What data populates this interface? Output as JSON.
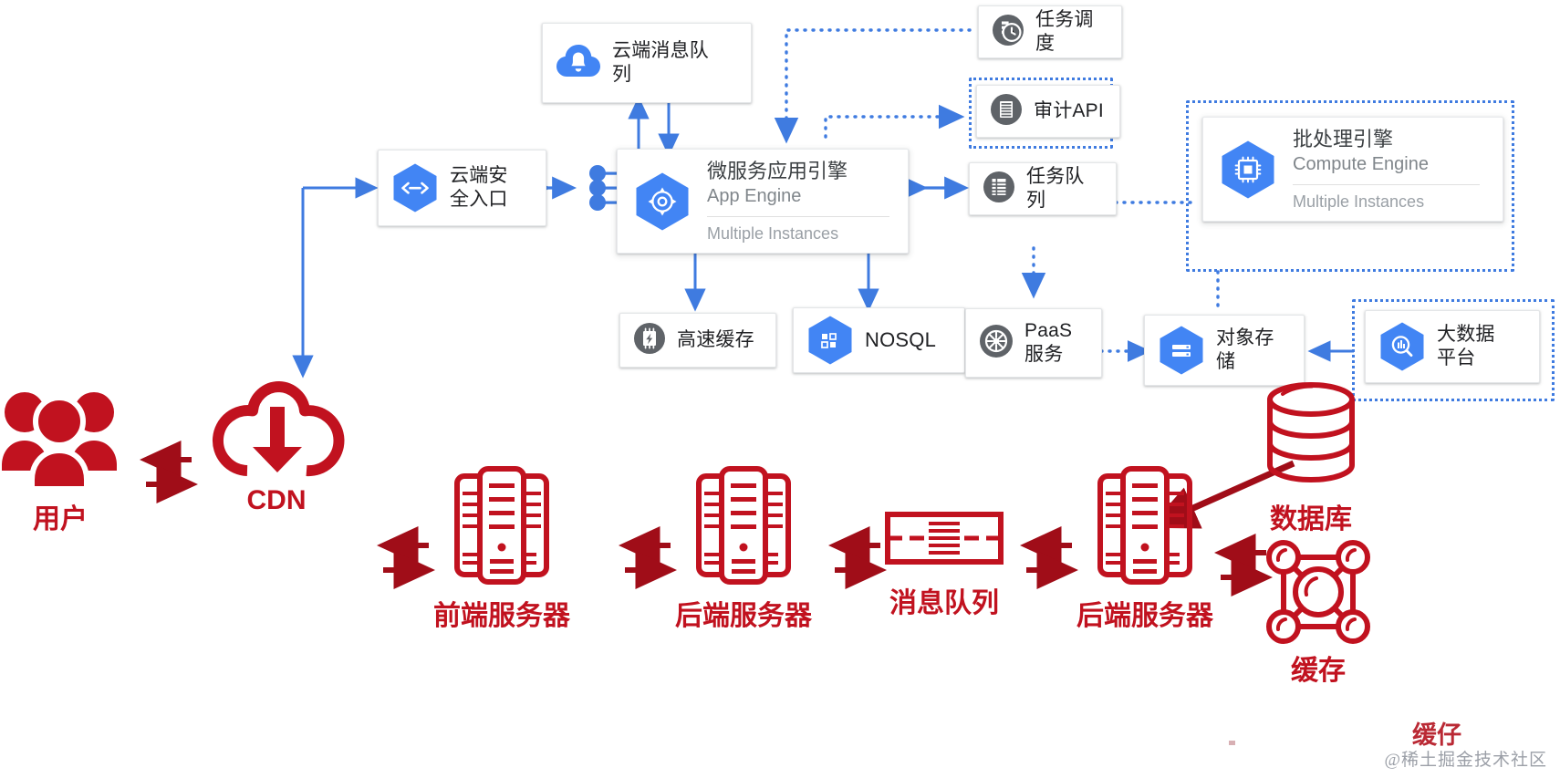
{
  "meta": {
    "accent_blue": "#4285f4",
    "line_blue": "#3f7be0",
    "grey_icon": "#5f6368",
    "red": "#c1121f",
    "dark_red": "#a00d18"
  },
  "cloud_layer": {
    "nodes": [
      {
        "id": "cloud-msg-queue",
        "label": "云端消息队\n列",
        "icon": "cloud-bell-icon",
        "icon_color": "#4285f4"
      },
      {
        "id": "task-scheduler",
        "label": "任务调度",
        "icon": "clock-schedule-icon",
        "icon_color": "#5f6368"
      },
      {
        "id": "audit-api",
        "label": "审计API",
        "icon": "document-list-icon",
        "icon_color": "#5f6368"
      },
      {
        "id": "cloud-secure-gate",
        "label": "云端安\n全入口",
        "icon": "code-brackets-icon",
        "icon_color": "#4285f4"
      },
      {
        "id": "task-queue",
        "label": "任务队列",
        "icon": "table-rows-icon",
        "icon_color": "#5f6368"
      },
      {
        "id": "fast-cache",
        "label": "高速缓存",
        "icon": "memory-bolt-icon",
        "icon_color": "#5f6368"
      },
      {
        "id": "nosql",
        "label": "NOSQL",
        "icon": "grid-squares-icon",
        "icon_color": "#4285f4"
      },
      {
        "id": "paas-service",
        "label": "PaaS\n服务",
        "icon": "aperture-icon",
        "icon_color": "#5f6368"
      },
      {
        "id": "object-storage",
        "label": "对象存\n储",
        "icon": "storage-bars-icon",
        "icon_color": "#4285f4"
      },
      {
        "id": "bigdata-platform",
        "label": "大数据\n平台",
        "icon": "magnifier-chart-icon",
        "icon_color": "#4285f4"
      }
    ],
    "big_nodes": [
      {
        "id": "app-engine",
        "title": "微服务应用引擎",
        "subtitle": "App Engine",
        "footer": "Multiple Instances",
        "icon": "app-engine-hex-icon"
      },
      {
        "id": "compute-engine",
        "title": "批处理引擎",
        "subtitle": "Compute Engine",
        "footer": "Multiple Instances",
        "icon": "compute-engine-hex-icon"
      }
    ]
  },
  "server_layer": {
    "nodes": [
      {
        "id": "users",
        "label": "用户",
        "icon": "users-group-icon"
      },
      {
        "id": "cdn",
        "label": "CDN",
        "icon": "cloud-download-icon"
      },
      {
        "id": "frontend-server",
        "label": "前端服务器",
        "icon": "server-rack-icon"
      },
      {
        "id": "backend-server-1",
        "label": "后端服务器",
        "icon": "server-rack-icon"
      },
      {
        "id": "message-queue",
        "label": "消息队列",
        "icon": "message-queue-icon"
      },
      {
        "id": "backend-server-2",
        "label": "后端服务器",
        "icon": "server-rack-icon"
      },
      {
        "id": "database",
        "label": "数据库",
        "icon": "database-cylinder-icon"
      },
      {
        "id": "cache",
        "label": "缓存",
        "icon": "cache-network-icon"
      }
    ]
  },
  "watermark": {
    "brand": "缓仔",
    "text": "@稀土掘金技术社区"
  }
}
